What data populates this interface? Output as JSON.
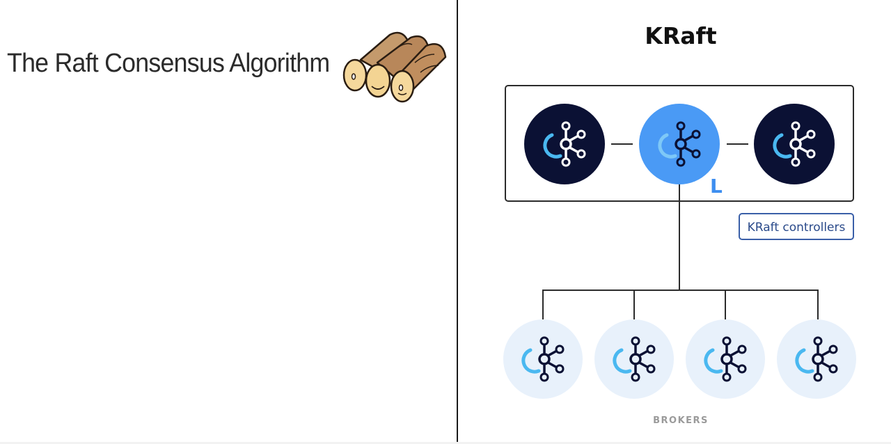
{
  "slide": {
    "title": "The Raft Consensus Algorithm"
  },
  "illustration": {
    "icon": "logs-illustration-icon"
  },
  "diagram": {
    "title": "KRaft",
    "controllers_label": "KRaft controllers",
    "leader_marker": "L",
    "brokers_label": "BROKERS",
    "controllers": [
      {
        "role": "follower",
        "icon": "kafka-icon"
      },
      {
        "role": "leader",
        "icon": "kafka-icon"
      },
      {
        "role": "follower",
        "icon": "kafka-icon"
      }
    ],
    "brokers": [
      {
        "icon": "kafka-icon"
      },
      {
        "icon": "kafka-icon"
      },
      {
        "icon": "kafka-icon"
      },
      {
        "icon": "kafka-icon"
      }
    ],
    "colors": {
      "follower_controller": "#0b1134",
      "leader_controller": "#4a9af5",
      "broker": "#e8f1fb",
      "accent_arc": "#4ab8f0",
      "leader_mark": "#3d8ef0",
      "controllers_label_border": "#3a5fa8"
    }
  }
}
